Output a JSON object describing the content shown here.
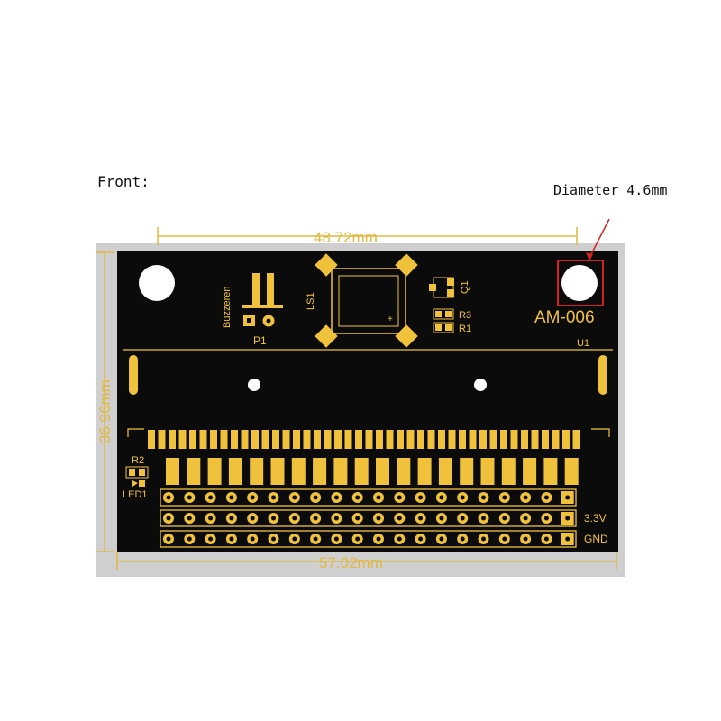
{
  "front_label": "Front:",
  "diameter_label": "Diameter 4.6mm",
  "dimensions": {
    "top_width": "48.72mm",
    "bottom_width": "57.02mm",
    "height": "36.96mm"
  },
  "silkscreen": {
    "model": "AM-006",
    "buzzer": "Buzzeren",
    "p1": "P1",
    "ls1": "LS1",
    "q1": "Q1",
    "r3": "R3",
    "r1": "R1",
    "u1": "U1",
    "r2": "R2",
    "led1": "LED1",
    "v33": "3.3V",
    "gnd": "GND"
  },
  "colors": {
    "board": "#0b0b0b",
    "gold": "#f0c23c",
    "dimension_line": "#e2b840",
    "annotation": "#d42020"
  }
}
